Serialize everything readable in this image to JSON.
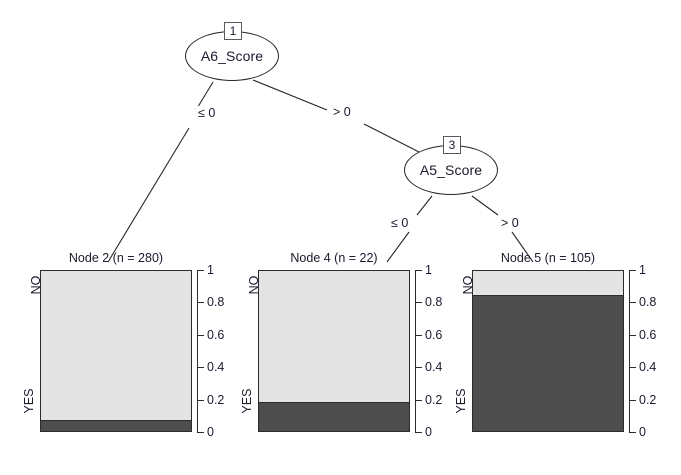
{
  "chart_data": {
    "type": "bar",
    "title": "",
    "subtitle": "",
    "xlabel": "",
    "ylabel": "",
    "ylim": [
      0,
      1
    ],
    "grid": false,
    "legend_position": "none",
    "plot_kind": "conditional-inference-decision-tree",
    "categories": [
      "YES",
      "NO"
    ],
    "axis_ticks": [
      "1",
      "0.8",
      "0.6",
      "0.4",
      "0.2",
      "0"
    ],
    "axis_tick_values": [
      1,
      0.8,
      0.6,
      0.4,
      0.2,
      0
    ],
    "colors": {
      "no_fill": "#e3e3e3",
      "yes_fill": "#4d4d4d",
      "stroke": "#2b2b2b",
      "text": "#1a1a2e"
    },
    "inner_nodes": [
      {
        "id": "1",
        "label": "A6_Score"
      },
      {
        "id": "3",
        "label": "A5_Score"
      }
    ],
    "edges": [
      {
        "from": "1",
        "to": "2",
        "label": "≤ 0"
      },
      {
        "from": "1",
        "to": "3",
        "label": "> 0"
      },
      {
        "from": "3",
        "to": "4",
        "label": "≤ 0"
      },
      {
        "from": "3",
        "to": "5",
        "label": "> 0"
      }
    ],
    "terminal_nodes": [
      {
        "id": "2",
        "title": "Node 2 (n = 280)",
        "n": 280,
        "cat_top": "NO",
        "cat_bottom": "YES",
        "values": {
          "YES": 0.07,
          "NO": 0.93
        }
      },
      {
        "id": "4",
        "title": "Node 4 (n = 22)",
        "n": 22,
        "cat_top": "NO",
        "cat_bottom": "YES",
        "values": {
          "YES": 0.18,
          "NO": 0.82
        }
      },
      {
        "id": "5",
        "title": "Node 5 (n = 105)",
        "n": 105,
        "cat_top": "NO",
        "cat_bottom": "YES",
        "values": {
          "YES": 0.85,
          "NO": 0.15
        }
      }
    ]
  }
}
